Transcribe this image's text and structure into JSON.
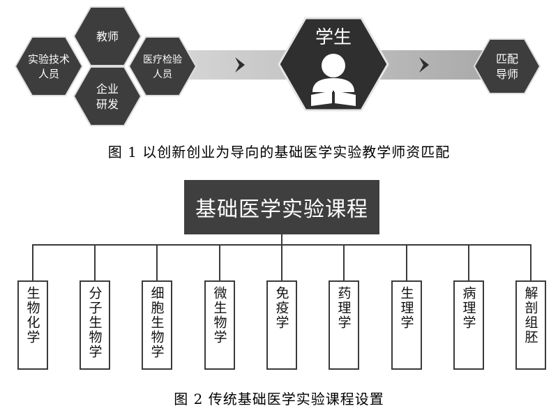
{
  "figure1": {
    "roles": [
      {
        "id": "teacher",
        "lines": [
          "教师"
        ]
      },
      {
        "id": "lab_tech",
        "lines": [
          "实验技术",
          "人员"
        ]
      },
      {
        "id": "medical_lab",
        "lines": [
          "医疗检验",
          "人员"
        ]
      },
      {
        "id": "enterprise",
        "lines": [
          "企业",
          "研发"
        ]
      }
    ],
    "student": "学生",
    "match": [
      "匹配",
      "导师"
    ],
    "caption": "图 1  以创新创业为导向的基础医学实验教学师资匹配"
  },
  "figure2": {
    "title": "基础医学实验课程",
    "courses": [
      "生物化学",
      "分子生物学",
      "细胞生物学",
      "微生物学",
      "免疫学",
      "药理学",
      "生理学",
      "病理学",
      "解剖组胚"
    ],
    "caption": "图 2  传统基础医学实验课程设置"
  }
}
